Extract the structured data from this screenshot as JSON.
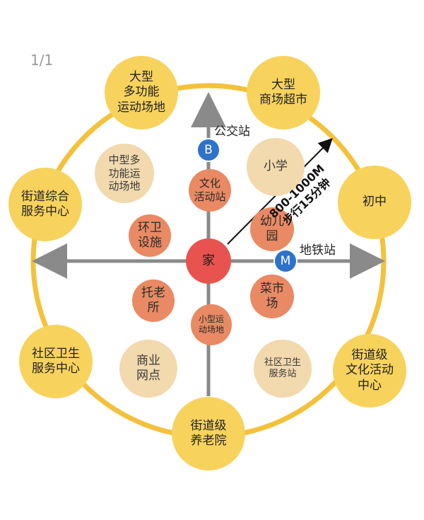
{
  "page_indicator": "1/1",
  "center": "家",
  "outer_ring": [
    "大型\n多功能\n运动场地",
    "大型\n商场超市",
    "初中",
    "街道级\n文化活动\n中心",
    "街道级\n养老院",
    "社区卫生\n服务中心",
    "街道综合\n服务中心"
  ],
  "inner_tan": [
    "中型多\n功能运\n动场地",
    "小学",
    "商业\n网点",
    "社区卫生\n服务站"
  ],
  "inner_orange": [
    "文化\n活动站",
    "环卫\n设施",
    "幼儿\n园",
    "托老\n所",
    "小型运\n动场地",
    "菜市\n场"
  ],
  "transit": {
    "bus_badge": "B",
    "bus_label": "公交站",
    "metro_badge": "M",
    "metro_label": "地铁站"
  },
  "distance_label": "800-1000M\n步行15分钟",
  "colors": {
    "ring": "#f4c13c",
    "outer_fill": "#f7d35e",
    "tan_fill": "#f2d9ae",
    "orange_fill": "#e98a64",
    "home_fill": "#e8534f",
    "axis": "#8a8a8a",
    "badge": "#2e72c9"
  }
}
